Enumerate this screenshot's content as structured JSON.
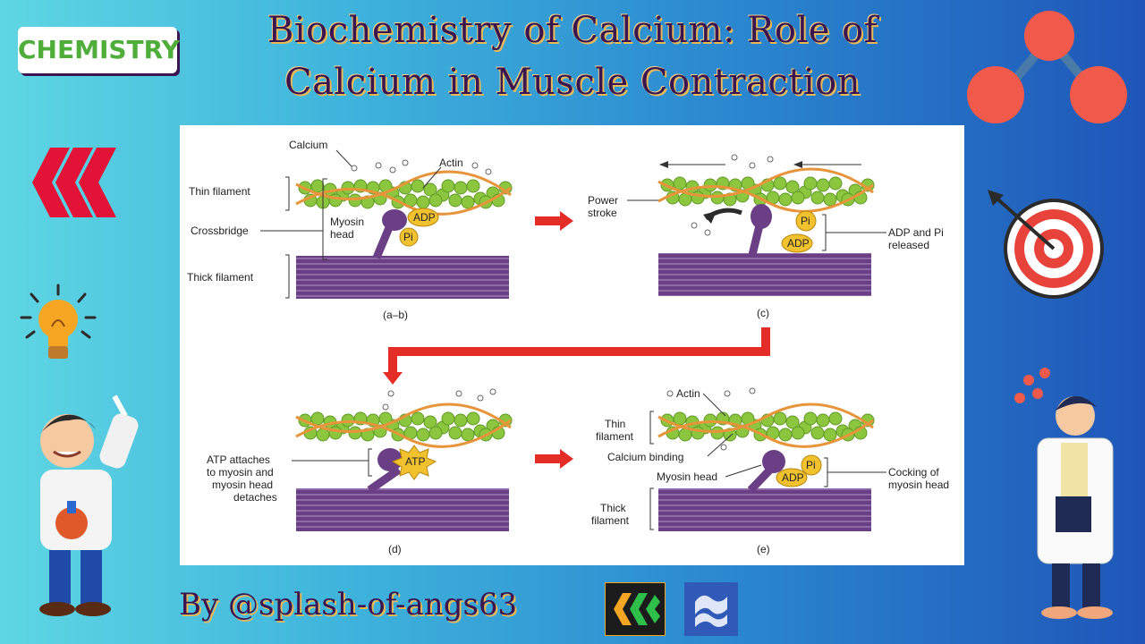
{
  "title": {
    "line1": "Biochemistry of Calcium: Role of",
    "line2": "Calcium in Muscle Contraction"
  },
  "badge": "CHEMISTRY",
  "byline": "By @splash-of-angs63",
  "diagram": {
    "panel_ab": {
      "calcium": "Calcium",
      "actin": "Actin",
      "thin_filament": "Thin filament",
      "crossbridge": "Crossbridge",
      "myosin_head_1": "Myosin",
      "myosin_head_2": "head",
      "adp": "ADP",
      "pi": "Pi",
      "thick_filament": "Thick filament",
      "caption": "(a–b)"
    },
    "panel_c": {
      "power_stroke_1": "Power",
      "power_stroke_2": "stroke",
      "pi": "Pi",
      "adp": "ADP",
      "released_1": "ADP and Pi",
      "released_2": "released",
      "caption": "(c)"
    },
    "panel_d": {
      "atp_1": "ATP attaches",
      "atp_2": "to myosin and",
      "atp_3": "myosin head",
      "atp_4": "detaches",
      "atp": "ATP",
      "caption": "(d)"
    },
    "panel_e": {
      "actin": "Actin",
      "thin_1": "Thin",
      "thin_2": "filament",
      "calcium_binding": "Calcium binding",
      "myosin_head": "Myosin head",
      "pi": "Pi",
      "adp": "ADP",
      "cocking_1": "Cocking of",
      "cocking_2": "myosin head",
      "thick_1": "Thick",
      "thick_2": "filament",
      "caption": "(e)"
    }
  },
  "colors": {
    "actin_green": "#8cc63f",
    "tropomyosin_orange": "#e8943a",
    "myosin_purple": "#6a3f86",
    "adp_yellow": "#f2c12e",
    "arrow_red": "#e52d27",
    "title_purple": "#3a1550"
  },
  "icons": [
    "hive-logo-icon",
    "lightbulb-icon",
    "molecule-icon",
    "target-icon",
    "scientist-boy-icon",
    "scientist-man-icon",
    "hive-small-logo-icon",
    "community-logo-icon"
  ]
}
